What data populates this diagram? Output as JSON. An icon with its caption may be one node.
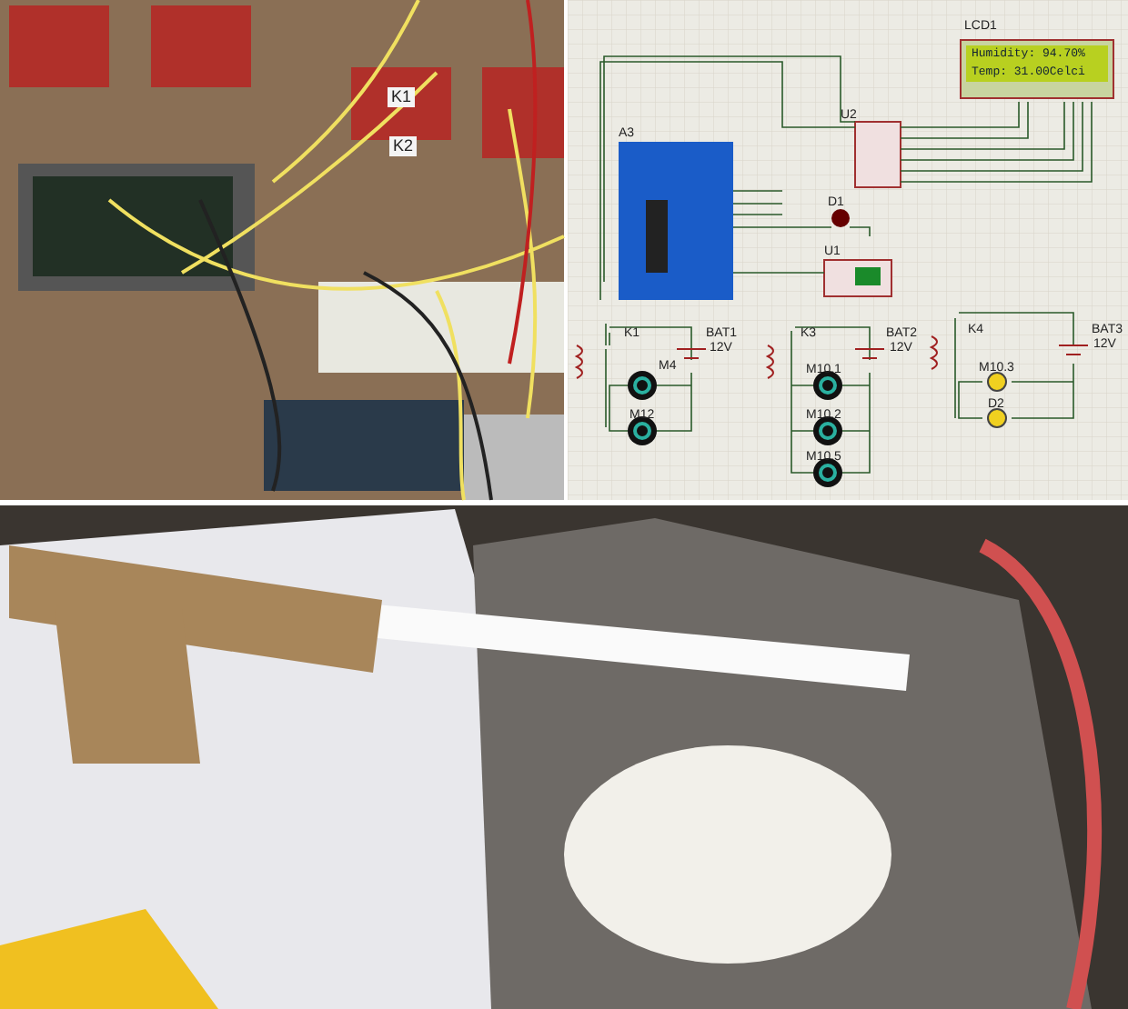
{
  "diagram": {
    "labels": [
      "K1",
      "K2",
      "LCD1",
      "Humidity: 94.70%",
      "Temp: 31.00Celci",
      "U2",
      "A3",
      "D1",
      "U1",
      "K1",
      "BAT1",
      "12V",
      "M4",
      "M12",
      "K3",
      "BAT2",
      "12V",
      "M10.1",
      "M10.2",
      "M10.5",
      "K4",
      "BAT3",
      "12V",
      "M10.3",
      "D2"
    ]
  }
}
